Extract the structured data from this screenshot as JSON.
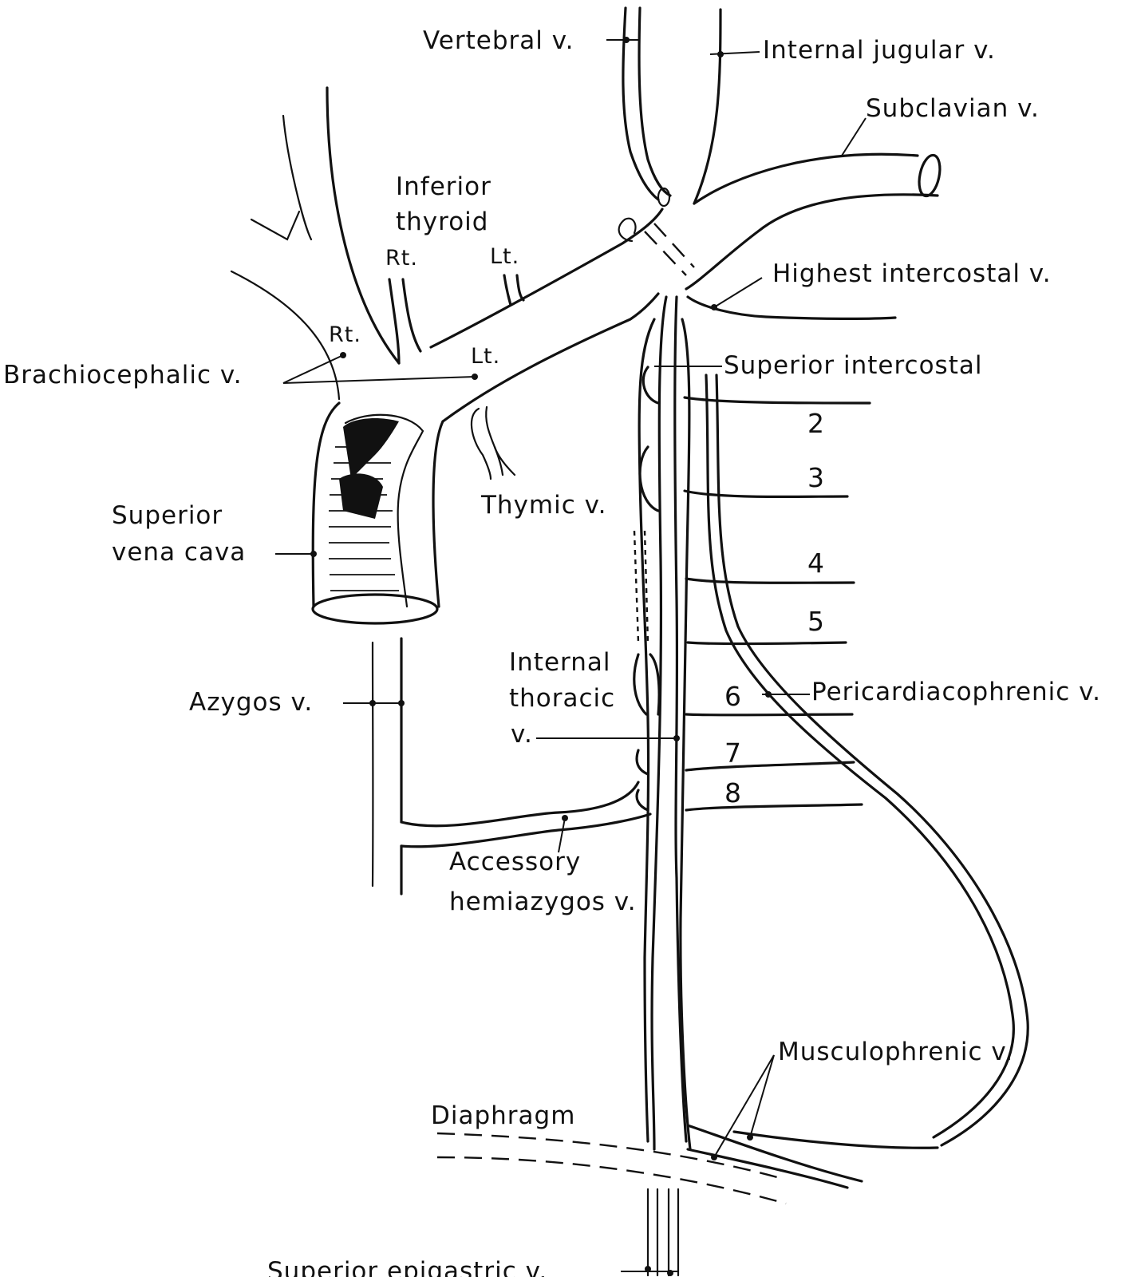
{
  "labels": {
    "vertebral": "Vertebral v.",
    "internal_jugular": "Internal jugular v.",
    "subclavian": "Subclavian v.",
    "inferior_thyroid_1": "Inferior",
    "inferior_thyroid_2": "thyroid",
    "thyroid_rt": "Rt.",
    "thyroid_lt": "Lt.",
    "highest_intercostal": "Highest intercostal v.",
    "brachio_rt": "Rt.",
    "brachio_lt": "Lt.",
    "brachiocephalic": "Brachiocephalic v.",
    "superior_intercostal": "Superior intercostal",
    "thymic": "Thymic v.",
    "svc_1": "Superior",
    "svc_2": "vena cava",
    "azygos": "Azygos v.",
    "internal_thoracic_1": "Internal",
    "internal_thoracic_2": "thoracic",
    "internal_thoracic_3": "v.",
    "pericardiacophrenic": "Pericardiacophrenic v.",
    "accessory_hemiazygos_1": "Accessory",
    "accessory_hemiazygos_2": "hemiazygos v.",
    "musculophrenic": "Musculophrenic v.",
    "diaphragm": "Diaphragm",
    "superior_epigastric": "Superior epigastric v."
  },
  "intercostal_numbers": [
    "2",
    "3",
    "4",
    "5",
    "6",
    "7",
    "8"
  ]
}
